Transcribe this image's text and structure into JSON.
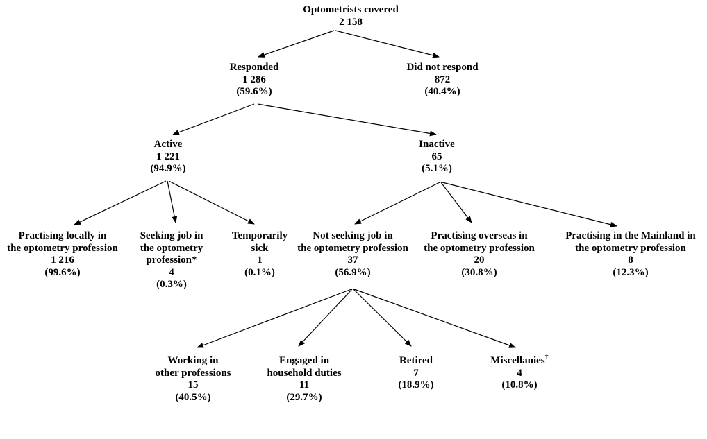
{
  "diagram": {
    "type": "tree-flowchart",
    "colors": {
      "background": "#ffffff",
      "text": "#000000",
      "line": "#000000"
    },
    "nodes": {
      "root": {
        "lines": [
          "Optometrists covered"
        ],
        "count": "2 158"
      },
      "responded": {
        "lines": [
          "Responded"
        ],
        "count": "1 286",
        "pct": "(59.6%)"
      },
      "did_not_respond": {
        "lines": [
          "Did not respond"
        ],
        "count": "872",
        "pct": "(40.4%)"
      },
      "active": {
        "lines": [
          "Active"
        ],
        "count": "1 221",
        "pct": "(94.9%)"
      },
      "inactive": {
        "lines": [
          "Inactive"
        ],
        "count": "65",
        "pct": "(5.1%)"
      },
      "practising_locally": {
        "lines": [
          "Practising locally in",
          "the optometry profession"
        ],
        "count": "1 216",
        "pct": "(99.6%)"
      },
      "seeking_job": {
        "lines": [
          "Seeking job in",
          "the optometry",
          "profession*"
        ],
        "count": "4",
        "pct": "(0.3%)"
      },
      "temporarily_sick": {
        "lines": [
          "Temporarily",
          "sick"
        ],
        "count": "1",
        "pct": "(0.1%)"
      },
      "not_seeking_job": {
        "lines": [
          "Not seeking job in",
          "the optometry profession"
        ],
        "count": "37",
        "pct": "(56.9%)"
      },
      "practising_overseas": {
        "lines": [
          "Practising overseas in",
          "the optometry profession"
        ],
        "count": "20",
        "pct": "(30.8%)"
      },
      "practising_mainland": {
        "lines": [
          "Practising in the Mainland in",
          "the optometry profession"
        ],
        "count": "8",
        "pct": "(12.3%)"
      },
      "working_other": {
        "lines": [
          "Working in",
          "other professions"
        ],
        "count": "15",
        "pct": "(40.5%)"
      },
      "household_duties": {
        "lines": [
          "Engaged in",
          "household duties"
        ],
        "count": "11",
        "pct": "(29.7%)"
      },
      "retired": {
        "lines": [
          "Retired"
        ],
        "count": "7",
        "pct": "(18.9%)"
      },
      "miscellanies": {
        "lines": [
          "Miscellanies"
        ],
        "suffix": "†",
        "count": "4",
        "pct": "(10.8%)"
      }
    },
    "edges": [
      [
        "root",
        "responded"
      ],
      [
        "root",
        "did_not_respond"
      ],
      [
        "responded",
        "active"
      ],
      [
        "responded",
        "inactive"
      ],
      [
        "active",
        "practising_locally"
      ],
      [
        "active",
        "seeking_job"
      ],
      [
        "active",
        "temporarily_sick"
      ],
      [
        "inactive",
        "not_seeking_job"
      ],
      [
        "inactive",
        "practising_overseas"
      ],
      [
        "inactive",
        "practising_mainland"
      ],
      [
        "not_seeking_job",
        "working_other"
      ],
      [
        "not_seeking_job",
        "household_duties"
      ],
      [
        "not_seeking_job",
        "retired"
      ],
      [
        "not_seeking_job",
        "miscellanies"
      ]
    ]
  }
}
